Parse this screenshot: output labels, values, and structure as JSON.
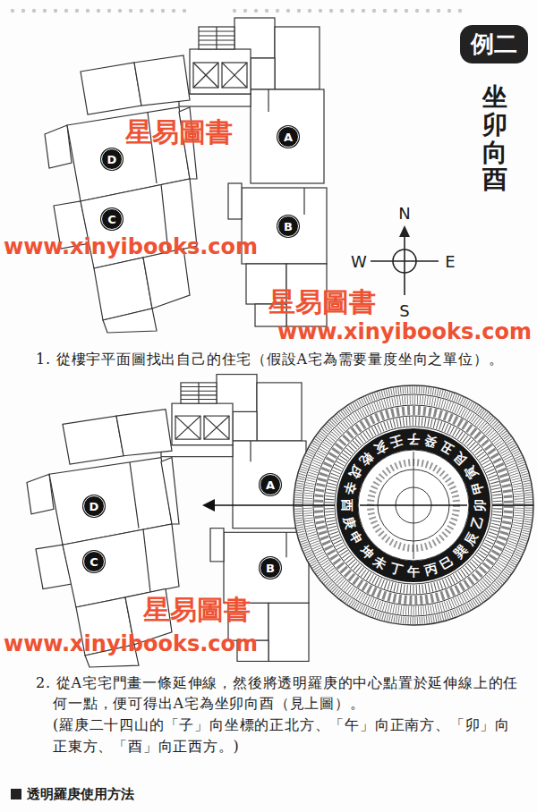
{
  "diagram": {
    "nodes": [
      {
        "text": [
          "例二"
        ]
      },
      {
        "text": [
          "A"
        ]
      },
      {
        "text": [
          "D"
        ]
      },
      {
        "text": [
          "C"
        ]
      },
      {
        "text": [
          "B"
        ]
      },
      {
        "text": [
          "A"
        ]
      },
      {
        "text": [
          "D"
        ]
      },
      {
        "text": [
          "C"
        ]
      },
      {
        "text": [
          "B"
        ]
      }
    ],
    "labels": [
      "坐卯向酉",
      "N",
      "W",
      "E",
      "S",
      "1. 從樓宇平面圖找出自己的住宅（假設A宅為需要量度坐向之單位）。",
      "2. 從A宅宅門畫一條延伸線，然後將透明羅庚的中心點置於延伸線上的任何一點，便可得出A宅為坐卯向酉（見上圖）。",
      "(羅庚二十四山的「子」向坐標的正北方、「午」向正南方、「卯」向正東方、「酉」向正西方。)",
      "透明羅庚使用方法",
      "壬",
      "子",
      "癸",
      "丑",
      "艮",
      "寅",
      "甲",
      "卯",
      "乙",
      "辰",
      "巽",
      "巳",
      "丙",
      "午",
      "丁",
      "未",
      "坤",
      "申",
      "庚",
      "酉",
      "辛",
      "戌",
      "乾",
      "亥",
      "星易圖書",
      "www.xinyibooks.com",
      "星易圖書",
      "www.xinyibooks.com",
      "星易圖書",
      "www.xinyibooks.com"
    ]
  }
}
